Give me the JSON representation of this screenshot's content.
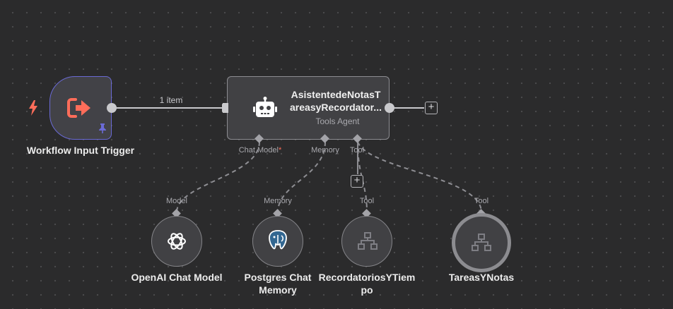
{
  "trigger": {
    "label": "Workflow Input Trigger",
    "icon": "sign-in-arrow-icon",
    "accent": "#ff6d5a",
    "border": "#6b6bd6"
  },
  "connection": {
    "items_label": "1 item"
  },
  "agent": {
    "title_line1": "AsistentedeNotasT",
    "title_line2": "areasyRecordator...",
    "subtitle": "Tools Agent",
    "ports": {
      "chat_model": "Chat Model",
      "required_mark": "*",
      "memory": "Memory",
      "tool": "Tool"
    }
  },
  "sub_nodes": [
    {
      "port_label": "Model",
      "line1": "OpenAI Chat Model",
      "line2": "",
      "icon": "openai-icon"
    },
    {
      "port_label": "Memory",
      "line1": "Postgres Chat",
      "line2": "Memory",
      "icon": "postgres-icon"
    },
    {
      "port_label": "Tool",
      "line1": "RecordatoriosYTiem",
      "line2": "po",
      "icon": "workflow-icon"
    },
    {
      "port_label": "Tool",
      "line1": "TareasYNotas",
      "line2": "",
      "icon": "workflow-icon"
    }
  ],
  "colors": {
    "canvas": "#2b2b2c",
    "node_fill": "#414144",
    "required": "#ff6d5a",
    "postgres": "#336791"
  }
}
